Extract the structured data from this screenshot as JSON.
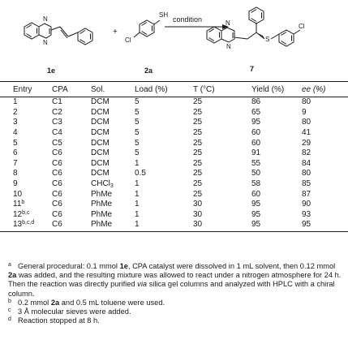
{
  "scheme": {
    "compound_1e": "1e",
    "compound_2a": "2a",
    "product": "7",
    "plus": "+",
    "arrow_label": "condition",
    "atoms": {
      "n": "N",
      "sh": "SH",
      "s": "S",
      "cl": "Cl"
    }
  },
  "table": {
    "headers": [
      "Entry",
      "CPA",
      "Sol.",
      "Load (%)",
      "T (°C)",
      "Yield (%)",
      "ee (%)"
    ],
    "rows": [
      {
        "entry": "1",
        "sup": "",
        "cpa": "C1",
        "sol": "DCM",
        "sol_sub": "",
        "load": "5",
        "t": "25",
        "yield": "86",
        "ee": "80"
      },
      {
        "entry": "2",
        "sup": "",
        "cpa": "C2",
        "sol": "DCM",
        "sol_sub": "",
        "load": "5",
        "t": "25",
        "yield": "65",
        "ee": "9"
      },
      {
        "entry": "3",
        "sup": "",
        "cpa": "C3",
        "sol": "DCM",
        "sol_sub": "",
        "load": "5",
        "t": "25",
        "yield": "95",
        "ee": "80"
      },
      {
        "entry": "4",
        "sup": "",
        "cpa": "C4",
        "sol": "DCM",
        "sol_sub": "",
        "load": "5",
        "t": "25",
        "yield": "60",
        "ee": "41"
      },
      {
        "entry": "5",
        "sup": "",
        "cpa": "C5",
        "sol": "DCM",
        "sol_sub": "",
        "load": "5",
        "t": "25",
        "yield": "60",
        "ee": "29"
      },
      {
        "entry": "6",
        "sup": "",
        "cpa": "C6",
        "sol": "DCM",
        "sol_sub": "",
        "load": "5",
        "t": "25",
        "yield": "91",
        "ee": "82"
      },
      {
        "entry": "7",
        "sup": "",
        "cpa": "C6",
        "sol": "DCM",
        "sol_sub": "",
        "load": "1",
        "t": "25",
        "yield": "55",
        "ee": "84"
      },
      {
        "entry": "8",
        "sup": "",
        "cpa": "C6",
        "sol": "DCM",
        "sol_sub": "",
        "load": "0.5",
        "t": "25",
        "yield": "50",
        "ee": "80"
      },
      {
        "entry": "9",
        "sup": "",
        "cpa": "C6",
        "sol": "CHCl",
        "sol_sub": "3",
        "load": "1",
        "t": "25",
        "yield": "58",
        "ee": "85"
      },
      {
        "entry": "10",
        "sup": "",
        "cpa": "C6",
        "sol": "PhMe",
        "sol_sub": "",
        "load": "1",
        "t": "25",
        "yield": "60",
        "ee": "87"
      },
      {
        "entry": "11",
        "sup": "b",
        "cpa": "C6",
        "sol": "PhMe",
        "sol_sub": "",
        "load": "1",
        "t": "30",
        "yield": "95",
        "ee": "90"
      },
      {
        "entry": "12",
        "sup": "b,c",
        "cpa": "C6",
        "sol": "PhMe",
        "sol_sub": "",
        "load": "1",
        "t": "30",
        "yield": "95",
        "ee": "93"
      },
      {
        "entry": "13",
        "sup": "b,c,d",
        "cpa": "C6",
        "sol": "PhMe",
        "sol_sub": "",
        "load": "1",
        "t": "30",
        "yield": "95",
        "ee": "95"
      }
    ]
  },
  "footnotes": {
    "a": {
      "mark": "a",
      "t1": "General procedural: 0.1 mmol ",
      "b1": "1e",
      "t2": ", CPA catalyst were dissolved in 1 mL solvent, then 0.12 mmol ",
      "b2": "2a",
      "t3": " was added, and the resulting mixture was allowed to react under a nitrogen atmosphere for 24 h. Then the reaction was directly purified ",
      "i1": "via",
      "t4": " silica gel columns and analyzed with HPLC with a chiral column."
    },
    "b": {
      "mark": "b",
      "t1": "0.2 mmol ",
      "b1": "2a",
      "t2": " and 0.5 mL toluene were used."
    },
    "c": {
      "mark": "c",
      "t1": "3 Å molecular sieves were added."
    },
    "d": {
      "mark": "d",
      "t1": "Reaction stopped at 8 h."
    }
  }
}
